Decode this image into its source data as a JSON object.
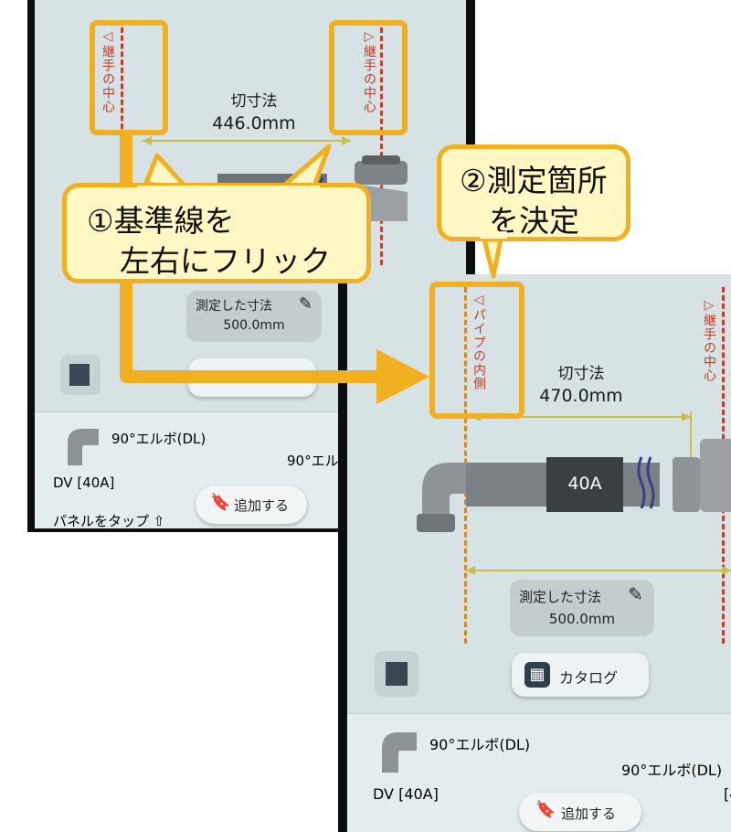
{
  "left_screen": {
    "marker_left": "◁継手の中心",
    "marker_right": "▷継手の中心",
    "cut_label": "切寸法",
    "cut_value": "446.0mm",
    "measured_label": "測定した寸法",
    "measured_value": "500.0mm",
    "panel": {
      "fitting_name": "90°エルボ(DL)",
      "fitting_name_2": "90°エル",
      "size": "DV [40A]",
      "hint": "パネルをタップ ⇧",
      "add_label": "追加する"
    }
  },
  "right_screen": {
    "marker_left": "◁パイプの内側",
    "marker_right": "▷継手の中心",
    "cut_label": "切寸法",
    "cut_value": "470.0mm",
    "pipe_size": "40A",
    "measured_label": "測定した寸法",
    "measured_value": "500.0mm",
    "catalog_label": "カタログ",
    "panel": {
      "fitting_name": "90°エルボ(DL)",
      "fitting_name_2": "90°エルボ(DL)",
      "size": "DV [40A]",
      "size_2": "[4",
      "add_label": "追加する"
    }
  },
  "callouts": {
    "step1_line1": "①基準線を",
    "step1_line2": "左右にフリック",
    "step2_line1": "②測定箇所",
    "step2_line2": "を決定"
  },
  "colors": {
    "highlight": "#f0b020",
    "callout_bg": "#fff7c4",
    "marker_red": "#c0402f",
    "marker_orange": "#d18a2b",
    "dim_line": "#c9be4a"
  }
}
